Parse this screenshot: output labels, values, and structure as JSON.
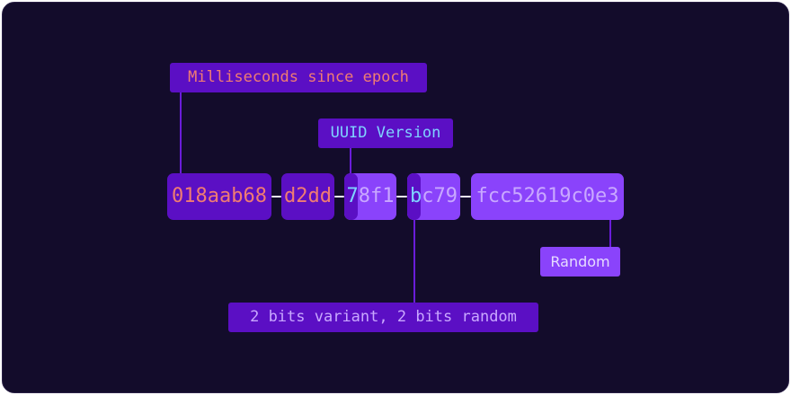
{
  "labels": {
    "milliseconds": "Milliseconds since epoch",
    "version": "UUID Version",
    "random": "Random",
    "variant": "2 bits variant, 2 bits random"
  },
  "uuid": {
    "timestamp_high": "018aab68",
    "timestamp_low": "d2dd",
    "version_char": "7",
    "version_rest": "8f1",
    "variant_char": "b",
    "variant_rest": "c79",
    "node": "fcc52619c0e3"
  },
  "colors": {
    "background": "#130c2b",
    "timestamp_box": "#5b0fc4",
    "random_box": "#8a43fb",
    "timestamp_text": "#f07c72",
    "version_text": "#7fd3ff",
    "random_text": "#c9a8ff",
    "dash": "#f0e8ff"
  }
}
